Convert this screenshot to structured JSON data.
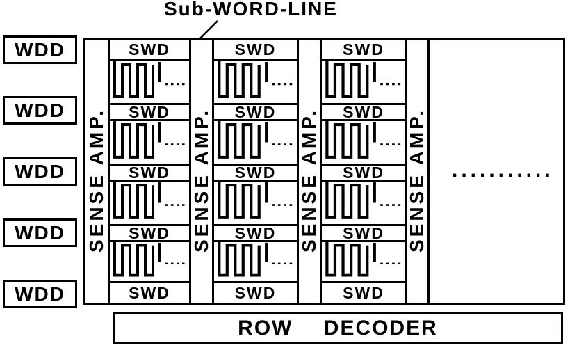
{
  "figure": {
    "annotation": "Sub-WORD-LINE",
    "wdd_labels": [
      "WDD",
      "WDD",
      "WDD",
      "WDD",
      "WDD"
    ],
    "array": {
      "sense_amp_label": "SENSE AMP.",
      "swd_label": "SWD",
      "ellipsis": "..........."
    },
    "row_decoder_label": "ROW DECODER",
    "ink_color": "#000000",
    "background_color": "#ffffff"
  }
}
